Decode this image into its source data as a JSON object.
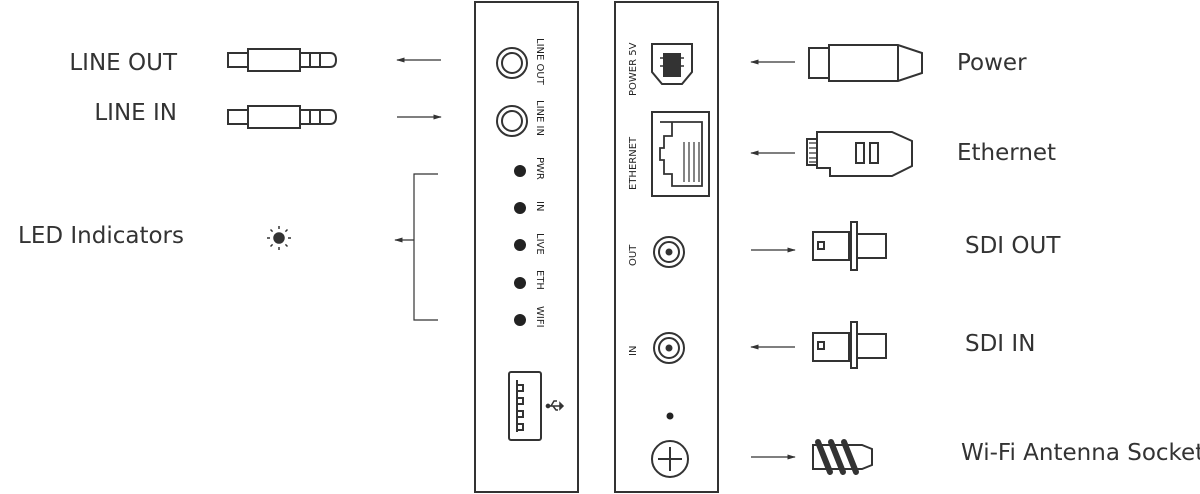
{
  "left_labels": {
    "line_out": "LINE OUT",
    "line_in": "LINE IN",
    "led_indicators": "LED Indicators"
  },
  "right_labels": {
    "power": "Power",
    "ethernet": "Ethernet",
    "sdi_out": "SDI OUT",
    "sdi_in": "SDI IN",
    "wifi_antenna": "Wi-Fi Antenna Socket"
  },
  "panel_left": {
    "line_out": "LINE OUT",
    "line_in": "LINE IN",
    "leds": [
      "PWR",
      "IN",
      "LIVE",
      "ETH",
      "WIFI"
    ]
  },
  "panel_right": {
    "power_5v": "POWER 5V",
    "ethernet": "ETHERNET",
    "out": "OUT",
    "in": "IN"
  },
  "icons": {
    "led": "sun-icon",
    "usb": "usb-icon",
    "wifi_socket": "plus-circle-icon"
  },
  "colors": {
    "stroke": "#333333",
    "text": "#333333",
    "led": "#222222"
  }
}
